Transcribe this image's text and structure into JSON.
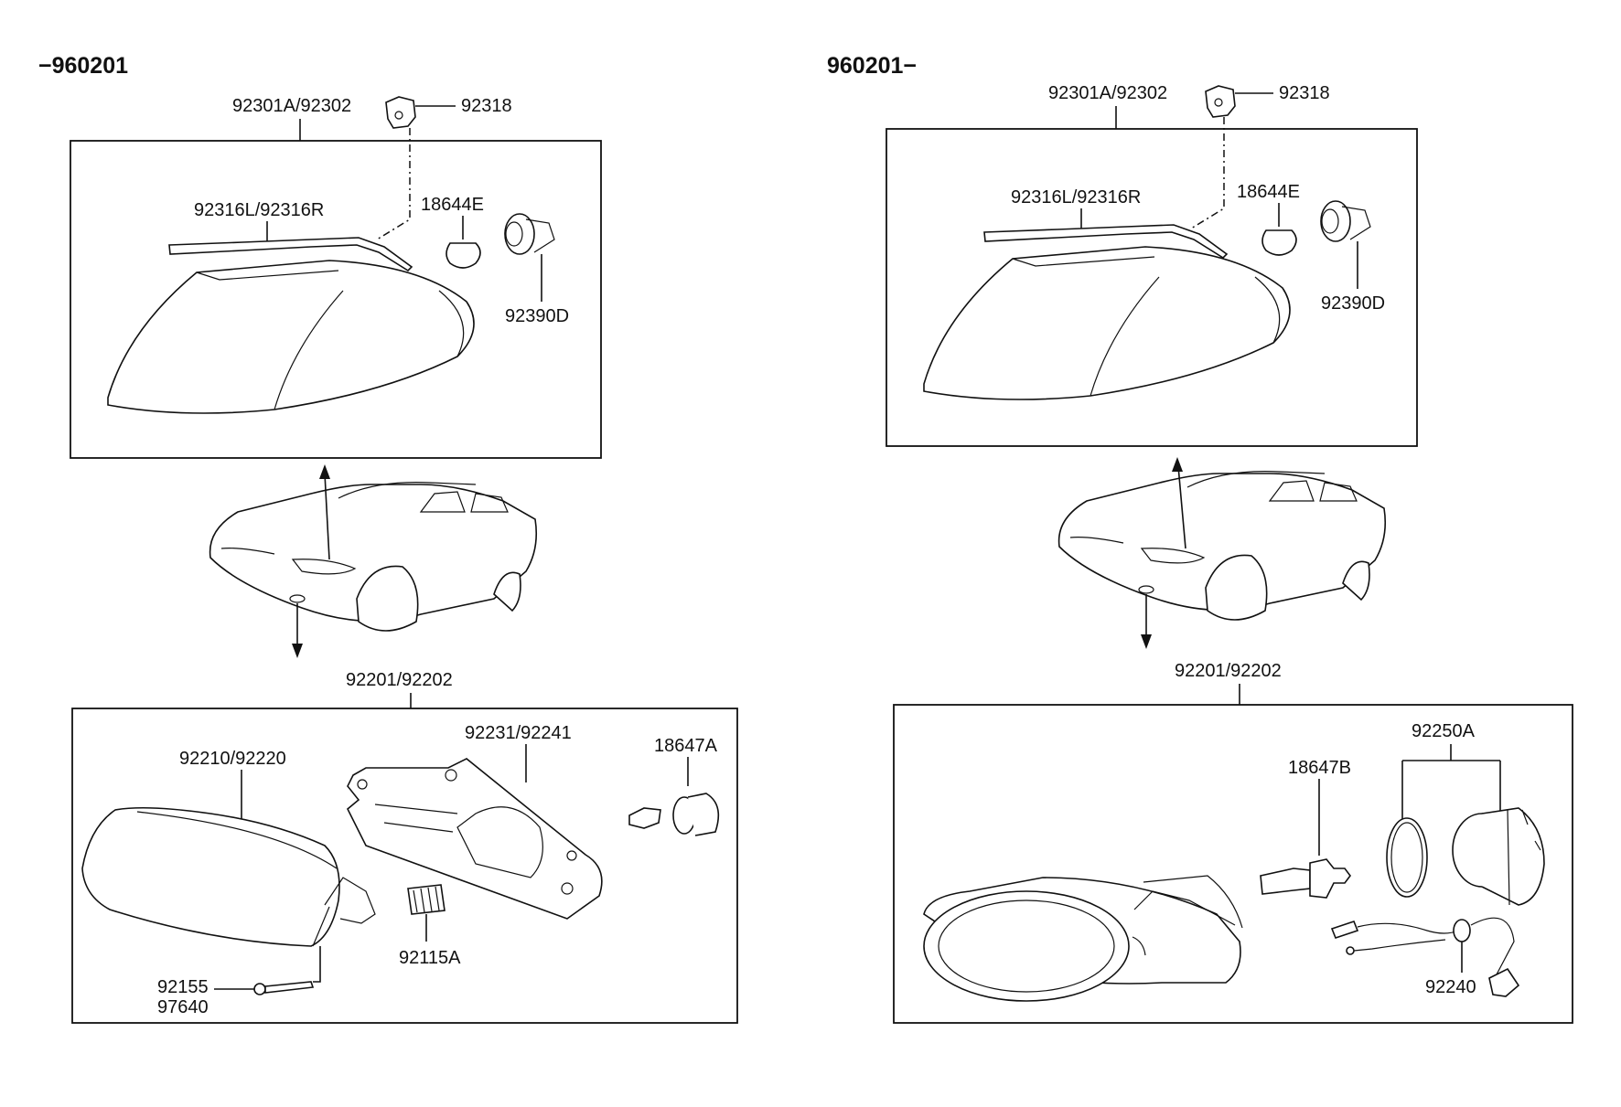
{
  "diagram": {
    "left": {
      "header": "−960201",
      "upper_assembly": "92301A/92302",
      "labels": {
        "socket_cap": "92318",
        "strip": "92316L/92316R",
        "bulb": "18644E",
        "socket": "92390D",
        "lower_assembly": "92201/92202",
        "lens": "92210/92220",
        "bracket": "92231/92241",
        "fog_bulb": "18647A",
        "spring": "92115A",
        "screw_1": "92155",
        "screw_2": "97640"
      }
    },
    "right": {
      "header": "960201−",
      "upper_assembly": "92301A/92302",
      "labels": {
        "socket_cap": "92318",
        "strip": "92316L/92316R",
        "bulb": "18644E",
        "socket": "92390D",
        "lower_assembly": "92201/92202",
        "cover": "92250A",
        "fog_bulb": "18647B",
        "harness": "92240"
      }
    }
  }
}
